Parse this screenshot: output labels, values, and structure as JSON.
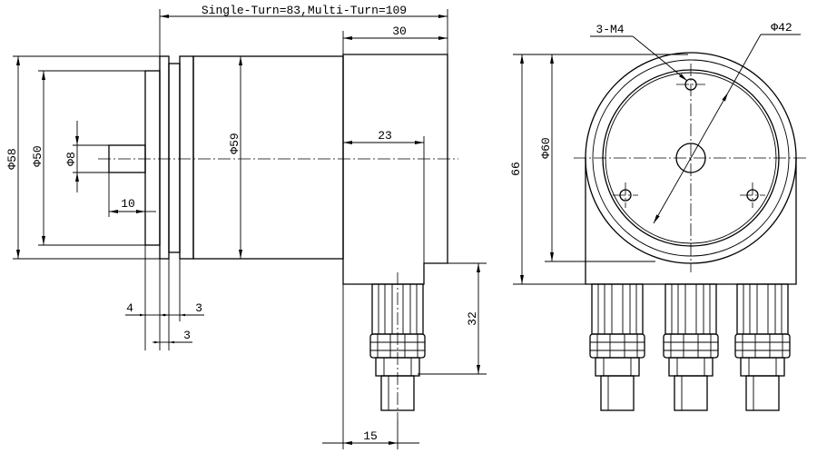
{
  "colors": {
    "line": "#000000",
    "background": "#ffffff"
  },
  "side_view": {
    "overall_length": "Single-Turn=83,Multi-Turn=109",
    "connector_width": "30",
    "connector_step": "23",
    "flange_diameter": "Φ58",
    "face_diameter": "Φ50",
    "shaft_diameter": "Φ8",
    "housing_diameter": "Φ59",
    "shaft_length": "10",
    "face_thickness": "4",
    "flange_thickness": "3",
    "neck_width": "3",
    "gland_length": "32",
    "gland_offset": "15"
  },
  "front_view": {
    "hole_callout": "3-M4",
    "bolt_circle_diameter": "Φ42",
    "overall_height": "66",
    "housing_diameter": "Φ60"
  }
}
